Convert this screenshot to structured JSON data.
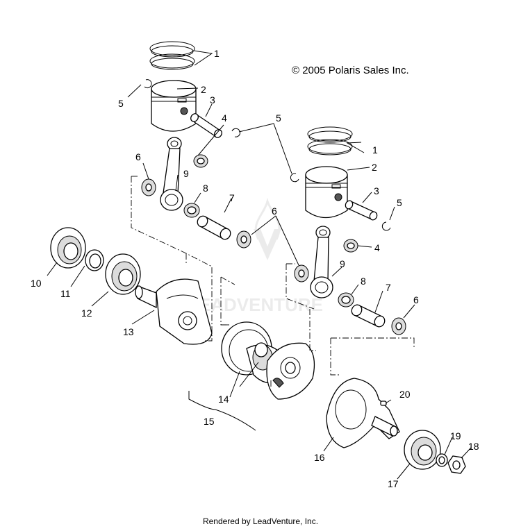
{
  "copyright": "© 2005 Polaris Sales Inc.",
  "watermark": "LEADVENTURE",
  "footer": "Rendered by LeadVenture, Inc.",
  "callouts": {
    "c1a": "1",
    "c1b": "1",
    "c2a": "2",
    "c2b": "2",
    "c3a": "3",
    "c3b": "3",
    "c4a": "4",
    "c4b": "4",
    "c5a": "5",
    "c5b": "5",
    "c5c": "5",
    "c6a": "6",
    "c6b": "6",
    "c6c": "6",
    "c7a": "7",
    "c7b": "7",
    "c8a": "8",
    "c8b": "8",
    "c9a": "9",
    "c9b": "9",
    "c10": "10",
    "c11": "11",
    "c12": "12",
    "c13": "13",
    "c14": "14",
    "c15": "15",
    "c16": "16",
    "c17": "17",
    "c18": "18",
    "c19": "19",
    "c20": "20"
  }
}
